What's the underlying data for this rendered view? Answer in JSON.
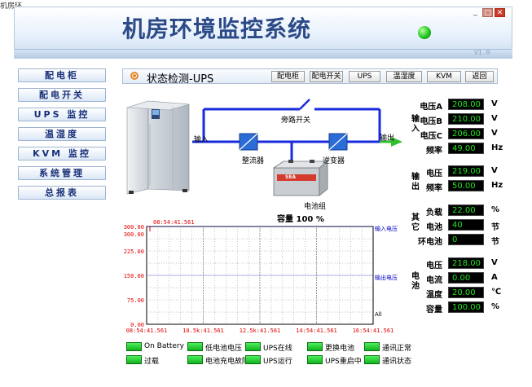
{
  "top_crop_text": "机房环",
  "header": {
    "title": "机房环境监控系统",
    "version": "V1.0"
  },
  "window_controls": {
    "minimize": "_",
    "maximize": "□",
    "close": "✕"
  },
  "menu": {
    "items": [
      "配电柜",
      "配电开关",
      "UPS 监控",
      "温湿度",
      "KVM 监控",
      "系统管理",
      "总报表"
    ]
  },
  "toolbar": {
    "title": "状态检测-UPS",
    "tabs": [
      "配电柜",
      "配电开关",
      "UPS",
      "温湿度",
      "KVM",
      "返回"
    ]
  },
  "diagram": {
    "input_label": "输入",
    "output_label": "输出",
    "bypass_label": "旁路开关",
    "rectifier_label": "整流器",
    "inverter_label": "逆变器",
    "battery_pack_label": "电池组",
    "capacity_label": "容量",
    "capacity_value": "100",
    "capacity_unit": "%",
    "battery_brand": "SEA"
  },
  "readouts": {
    "input": {
      "group_label": "输入",
      "rows": [
        {
          "label": "电压A",
          "value": "208.00",
          "unit": "V"
        },
        {
          "label": "电压B",
          "value": "210.00",
          "unit": "V"
        },
        {
          "label": "电压C",
          "value": "206.00",
          "unit": "V"
        },
        {
          "label": "频率",
          "value": "49.00",
          "unit": "Hz"
        }
      ]
    },
    "output": {
      "group_label": "输出",
      "rows": [
        {
          "label": "电压",
          "value": "219.00",
          "unit": "V"
        },
        {
          "label": "频率",
          "value": "50.00",
          "unit": "Hz"
        }
      ]
    },
    "other": {
      "group_label": "其它",
      "rows": [
        {
          "label": "负载",
          "value": "22.00",
          "unit": "%"
        },
        {
          "label": "电池",
          "value": "40",
          "unit": "节"
        },
        {
          "label": "环电池",
          "value": "0",
          "unit": "节"
        }
      ]
    },
    "battery": {
      "group_label": "电池",
      "rows": [
        {
          "label": "电压",
          "value": "218.00",
          "unit": "V"
        },
        {
          "label": "电流",
          "value": "0.00",
          "unit": "A"
        },
        {
          "label": "温度",
          "value": "20.00",
          "unit": "℃"
        },
        {
          "label": "容量",
          "value": "100.00",
          "unit": "%"
        }
      ]
    }
  },
  "chart_data": {
    "type": "line",
    "cursor_time": "08:54:41.561",
    "ylim": [
      0,
      300
    ],
    "y_ticks": [
      "300.00",
      "225.00",
      "150.00",
      "75.00",
      "0.00"
    ],
    "y_top_marker": "300.00",
    "x_ticks": [
      "08:54:41.561",
      "10.5k:41.561",
      "12.5k:41.561",
      "14:54:41.561",
      "16:54:41.561"
    ],
    "series": [
      {
        "name": "输入电压",
        "values": [
          300,
          300,
          300,
          300,
          300
        ]
      },
      {
        "name": "输出电压",
        "values": [
          150,
          150,
          150,
          150,
          150
        ]
      },
      {
        "name": "All",
        "values": [
          0,
          0,
          0,
          0,
          0
        ]
      }
    ],
    "colors": {
      "axis": "#000000",
      "grid": "#8a8a8a",
      "tick": "#e00000",
      "series_label": "#0000cc"
    }
  },
  "legend": {
    "items": [
      "On Battery",
      "低电池电压",
      "UPS在线",
      "更换电池",
      "通讯正常",
      "过载",
      "电池充电故障",
      "UPS运行",
      "UPS重启中",
      "通讯状态"
    ]
  },
  "colors": {
    "title": "#2c4a88",
    "bus": "#1a2bdc",
    "output_arrow": "#2fbf2f",
    "component": "#2c6cd6",
    "readout_text": "#22e522"
  }
}
